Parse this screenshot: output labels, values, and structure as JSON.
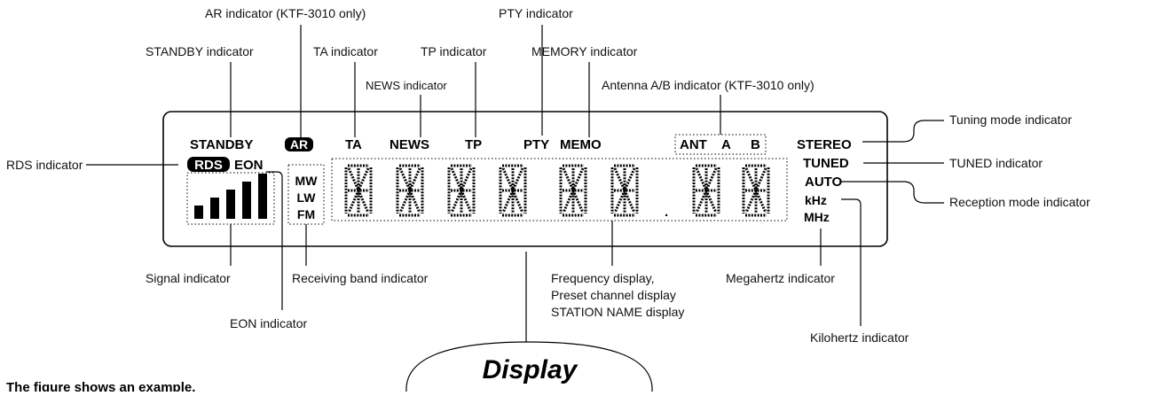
{
  "indicators": {
    "standby": "STANDBY",
    "ar": "AR",
    "ta": "TA",
    "news": "NEWS",
    "tp": "TP",
    "pty": "PTY",
    "memo": "MEMO",
    "ant": "ANT",
    "ant_a": "A",
    "ant_b": "B",
    "rds": "RDS",
    "eon": "EON",
    "mw": "MW",
    "lw": "LW",
    "fm": "FM",
    "stereo": "STEREO",
    "tuned": "TUNED",
    "auto": "AUTO",
    "khz": "kHz",
    "mhz": "MHz",
    "decimal_point": "."
  },
  "labels": {
    "ar_indicator": "AR indicator (KTF-3010 only)",
    "pty_indicator": "PTY indicator",
    "standby_indicator": "STANDBY indicator",
    "ta_indicator": "TA indicator",
    "tp_indicator": "TP indicator",
    "memory_indicator": "MEMORY indicator",
    "news_indicator": "NEWS indicator",
    "antenna_indicator": "Antenna A/B indicator (KTF-3010 only)",
    "tuning_mode_indicator": "Tuning mode indicator",
    "rds_indicator": "RDS indicator",
    "tuned_indicator": "TUNED indicator",
    "reception_mode_indicator": "Reception mode indicator",
    "signal_indicator": "Signal indicator",
    "receiving_band_indicator": "Receiving band indicator",
    "frequency_display_line1": "Frequency display,",
    "frequency_display_line2": "Preset channel display",
    "frequency_display_line3": "STATION NAME display",
    "megahertz_indicator": "Megahertz indicator",
    "eon_indicator": "EON indicator",
    "kilohertz_indicator": "Kilohertz indicator"
  },
  "title": "Display",
  "footnote": "The figure shows an example.",
  "signal_levels": 5
}
